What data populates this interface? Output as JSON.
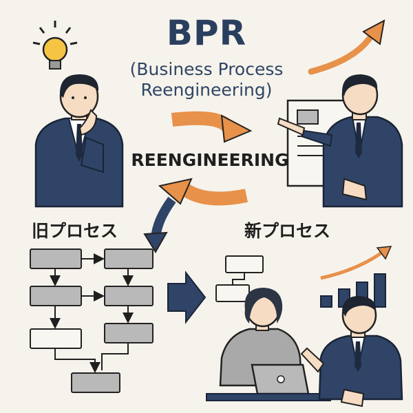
{
  "title": "BPR",
  "subtitle_line1": "(Business Process",
  "subtitle_line2": "Reengineering)",
  "center_label": "REENGINEERING",
  "old_process_label": "旧プロセス",
  "new_process_label": "新プロセス",
  "colors": {
    "navy": "#2a3f5f",
    "orange": "#e8914a",
    "box_gray": "#b9b9b9",
    "background": "#f6f3ec",
    "skin": "#f5dcc3",
    "bulb": "#f6c445"
  }
}
